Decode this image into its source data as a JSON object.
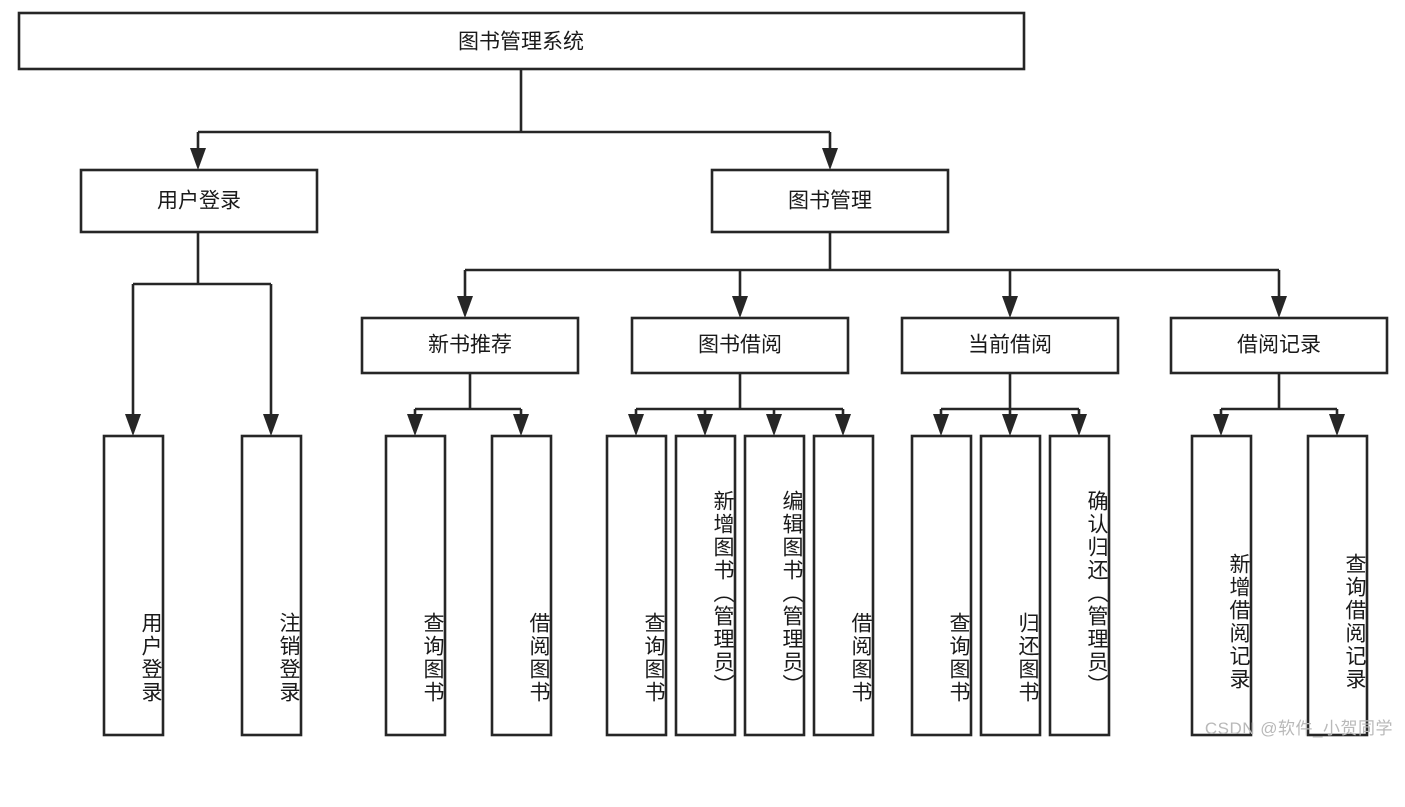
{
  "diagram": {
    "title": "图书管理系统",
    "type": "tree-hierarchy-diagram",
    "colors": {
      "box_stroke": "#262626",
      "box_fill": "#ffffff",
      "text": "#1a1a1a",
      "background": "#ffffff",
      "watermark": "#b9b9b9"
    },
    "root": {
      "label": "图书管理系统",
      "orientation": "horizontal"
    },
    "level2": [
      {
        "label": "用户登录",
        "orientation": "horizontal"
      },
      {
        "label": "图书管理",
        "orientation": "horizontal"
      }
    ],
    "level3": [
      {
        "label": "新书推荐",
        "orientation": "horizontal"
      },
      {
        "label": "图书借阅",
        "orientation": "horizontal"
      },
      {
        "label": "当前借阅",
        "orientation": "horizontal"
      },
      {
        "label": "借阅记录",
        "orientation": "horizontal"
      }
    ],
    "leaves": {
      "user_login": [
        {
          "label": "用户登录",
          "orientation": "vertical"
        },
        {
          "label": "注销登录",
          "orientation": "vertical"
        }
      ],
      "new_book_recommend": [
        {
          "label": "查询图书",
          "orientation": "vertical"
        },
        {
          "label": "借阅图书",
          "orientation": "vertical"
        }
      ],
      "book_borrow": [
        {
          "label": "查询图书",
          "orientation": "vertical"
        },
        {
          "label": "新增图书（管理员）",
          "orientation": "vertical"
        },
        {
          "label": "编辑图书（管理员）",
          "orientation": "vertical"
        },
        {
          "label": "借阅图书",
          "orientation": "vertical"
        }
      ],
      "current_borrow": [
        {
          "label": "查询图书",
          "orientation": "vertical"
        },
        {
          "label": "归还图书",
          "orientation": "vertical"
        },
        {
          "label": "确认归还（管理员）",
          "orientation": "vertical"
        }
      ],
      "borrow_record": [
        {
          "label": "新增借阅记录",
          "orientation": "vertical"
        },
        {
          "label": "查询借阅记录",
          "orientation": "vertical"
        }
      ]
    }
  },
  "watermark": {
    "text": "CSDN @软件_小贺同学"
  }
}
